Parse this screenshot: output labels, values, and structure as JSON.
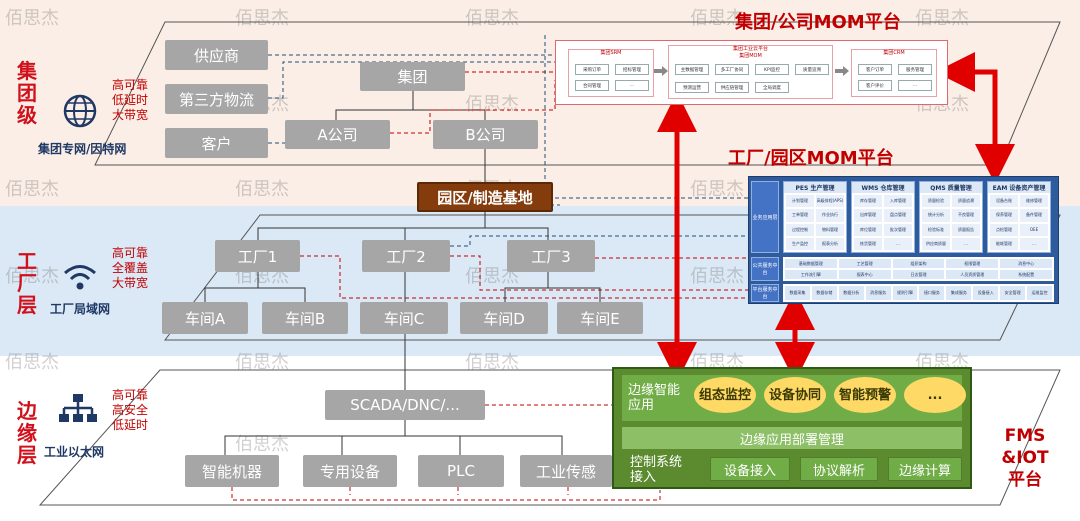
{
  "watermark": "佰思杰",
  "layers": {
    "group": {
      "title": "集团级",
      "network": "集团专网/因特网",
      "props": [
        "高可靠",
        "低延时",
        "大带宽"
      ]
    },
    "factory": {
      "title": "工厂层",
      "network": "工厂局域网",
      "props": [
        "高可靠",
        "全覆盖",
        "大带宽"
      ]
    },
    "edge": {
      "title": "边缘层",
      "network": "工业以太网",
      "props": [
        "高可靠",
        "高安全",
        "低延时"
      ]
    }
  },
  "group_nodes": {
    "supplier": "供应商",
    "third_party": "第三方物流",
    "customer": "客户",
    "group": "集团",
    "company_a": "A公司",
    "company_b": "B公司"
  },
  "park": "园区/制造基地",
  "factories": [
    "工厂1",
    "工厂2",
    "工厂3"
  ],
  "workshops": [
    "车间A",
    "车间B",
    "车间C",
    "车间D",
    "车间E"
  ],
  "edge_nodes": {
    "scada": "SCADA/DNC/...",
    "devices": [
      "智能机器",
      "专用设备",
      "PLC",
      "工业传感"
    ]
  },
  "platforms": {
    "group_mom": {
      "title": "集团/公司MOM平台",
      "srm": {
        "title": "集团SRM",
        "cells": [
          "采购订单",
          "招标管理",
          "合同管理",
          "..."
        ]
      },
      "mom": {
        "title": "集团工业云平台",
        "subtitle": "集团MOM",
        "cells": [
          "主数据管理",
          "多工厂协同",
          "KPI监控",
          "质量追溯",
          "预测运营",
          "供应链管理",
          "全局调度"
        ]
      },
      "crm": {
        "title": "集团CRM",
        "cells": [
          "客户订单",
          "服务管理",
          "客户评价",
          "..."
        ]
      }
    },
    "factory_mom": {
      "title": "工厂/园区MOM平台",
      "side_labels": [
        "业务应用层",
        "公共服务中台",
        "平台服务中台"
      ],
      "modules": [
        {
          "title": "PES 生产管理",
          "cells": [
            "计划管理",
            "高级排程(APS)",
            "工单管理",
            "作业执行",
            "过程控制",
            "物料管理",
            "生产监控",
            "报表分析"
          ]
        },
        {
          "title": "WMS 仓库管理",
          "cells": [
            "库存管理",
            "入库管理",
            "出库管理",
            "盘点管理",
            "库位管理",
            "批次管理",
            "拣货管理",
            "..."
          ]
        },
        {
          "title": "QMS 质量管理",
          "cells": [
            "质量检验",
            "质量追溯",
            "统计分析",
            "不良管理",
            "检验标准",
            "质量报告",
            "供应商质量",
            "..."
          ]
        },
        {
          "title": "EAM 设备资产管理",
          "cells": [
            "设备台账",
            "维修管理",
            "保养管理",
            "备件管理",
            "点检管理",
            "OEE",
            "能耗管理",
            "..."
          ]
        }
      ],
      "public_row": [
        "基础数据管理",
        "工艺管理",
        "组织架构",
        "权限管理",
        "消息中心",
        "工作流引擎",
        "报表中心",
        "日志管理",
        "人员资质管理",
        "系统配置"
      ],
      "platform_row": [
        "数据采集",
        "数据存储",
        "数据分析",
        "消息服务",
        "规则引擎",
        "接口服务",
        "集成服务",
        "设备接入",
        "安全管理",
        "运维监控"
      ]
    },
    "fms": {
      "title": "FMS &IOT 平台",
      "edge_apps_label": "边缘智能应用",
      "apps": [
        "组态监控",
        "设备协同",
        "智能预警",
        "..."
      ],
      "deploy": "边缘应用部署管理",
      "control_label": "控制系统接入",
      "buttons": [
        "设备接入",
        "协议解析",
        "边缘计算"
      ]
    }
  },
  "colors": {
    "accent_red": "#e00000",
    "node_gray": "#a6a6a6",
    "park_brown": "#843c0c",
    "fms_green": "#5b8a2f",
    "mom_blue": "#2e5b9c"
  }
}
